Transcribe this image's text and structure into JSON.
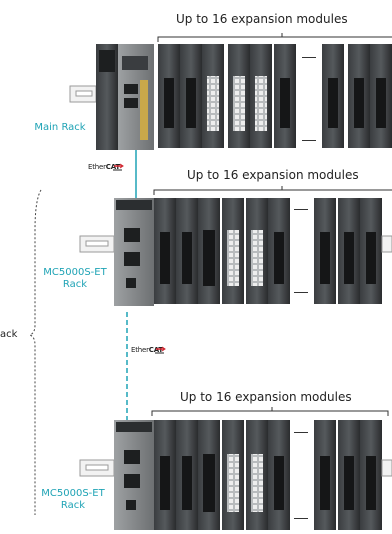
{
  "brackets": [
    {
      "label": "Up to 16 expansion modules"
    },
    {
      "label": "Up to 16 expansion modules"
    },
    {
      "label": "Up to 16 expansion modules"
    }
  ],
  "racks": [
    {
      "label": "Main Rack"
    },
    {
      "label": "MC5000S-ET\nRack"
    },
    {
      "label": "MC5000S-ET\nRack"
    }
  ],
  "side_label": "ack",
  "ethercat": {
    "prefix": "Ether",
    "suffix": "CAT"
  },
  "colors": {
    "accent": "#1fa3b5",
    "module_dark": "#2b2e30",
    "module_gray": "#8a8d8f",
    "rail": "#9a9a9a"
  },
  "icons": [
    "ethercat-logo-icon",
    "dots-icon"
  ]
}
